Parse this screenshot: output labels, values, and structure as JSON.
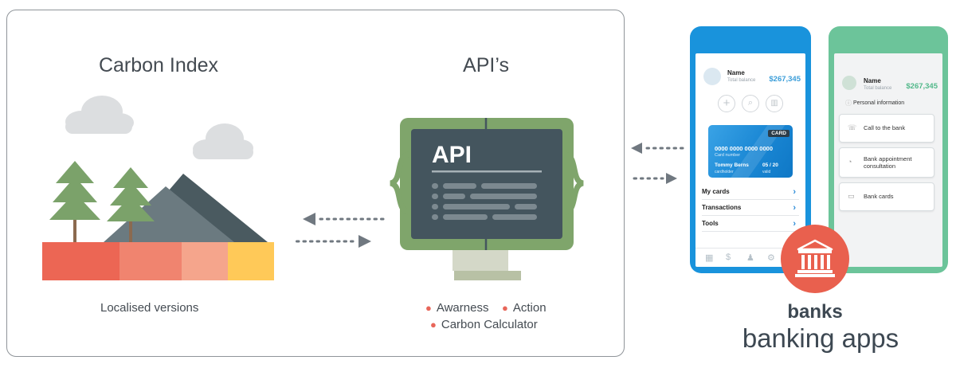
{
  "left_panel": {
    "carbon_title": "Carbon Index",
    "carbon_caption": "Localised versions",
    "api_title": "API’s",
    "api_screen_label": "API",
    "bullets": [
      "Awarness",
      "Action",
      "Carbon  Calculator"
    ]
  },
  "phone_blue": {
    "name": "Name",
    "balance_label": "Total balance",
    "balance": "$267,345",
    "card_badge": "CARD",
    "card_number": "0000 0000 0000 0000",
    "card_number_label": "Card number",
    "holder": "Tommy Berns",
    "holder_label": "cardholder",
    "expiry": "05 / 20",
    "expiry_label": "valid",
    "menu": [
      "My cards",
      "Transactions",
      "Tools"
    ],
    "icons": [
      "plus-icon",
      "search-icon",
      "chart-icon"
    ]
  },
  "phone_green": {
    "name": "Name",
    "balance_label": "Total balance",
    "balance": "$267,345",
    "personal_info": "Personal information",
    "cards": [
      "Call to the bank",
      "Bank appointment consultation",
      "Bank cards"
    ]
  },
  "banks": {
    "bold_label": "banks",
    "subtitle": "banking apps"
  },
  "colors": {
    "red": "#ec6654",
    "coral": "#f0846f",
    "peach": "#f5a58c",
    "yellow": "#ffc958",
    "tree": "#7ba26a",
    "mountain_dark": "#4a5a60",
    "mountain_light": "#6b7a80",
    "cloud": "#dcdee0",
    "monitor_green": "#7fa56b",
    "screen": "#44555e",
    "phone_blue": "#1993dc",
    "phone_green": "#6cc49a",
    "bank_badge": "#e9604e"
  }
}
